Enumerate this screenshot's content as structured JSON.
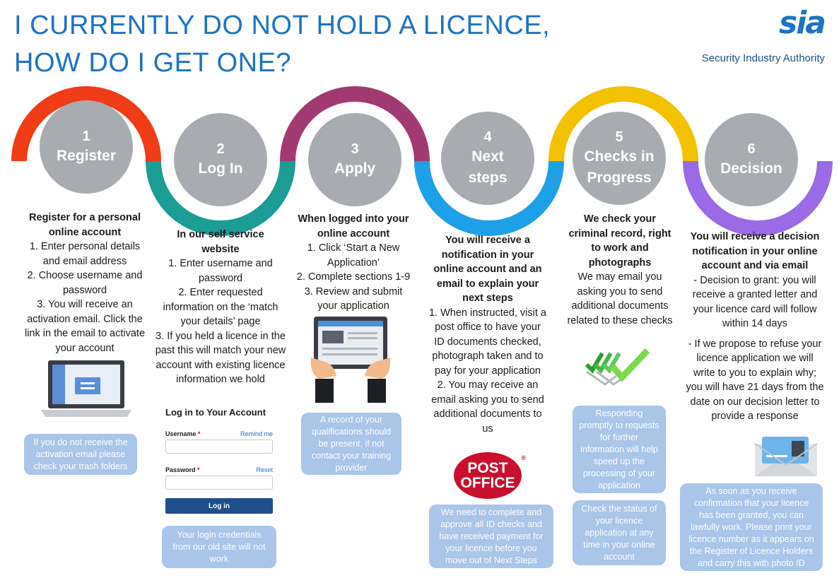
{
  "title": {
    "line1": "I CURRENTLY DO NOT HOLD A LICENCE,",
    "line2": "HOW DO I GET ONE?"
  },
  "logo": {
    "mark": "sia",
    "name": "Security Industry Authority"
  },
  "colors": {
    "step1": "#f03c17",
    "step2": "#1b9c94",
    "step3": "#a23a72",
    "step4": "#1ea0e8",
    "step5": "#f2c200",
    "step6": "#9b6ae6",
    "circle": "#a8abb0",
    "title": "#1d73c4",
    "box": "#a9c5e8"
  },
  "steps": [
    {
      "number": "1",
      "title": "Register",
      "heading": "Register for a personal online account",
      "lines": [
        "1. Enter personal details and email address",
        "2. Choose username and password",
        "3. You will receive an activation email. Click the link in the email to activate your account"
      ],
      "note": "If you do not receive the activation email please check your trash folders"
    },
    {
      "number": "2",
      "title": "Log In",
      "heading": "In our self service website",
      "lines": [
        "1. Enter username and password",
        "2. Enter requested information on the ‘match your details’ page",
        "3. If you held a licence in the past this will match your new account with existing licence information we hold"
      ],
      "note": "Your login credentials from our old site will not work"
    },
    {
      "number": "3",
      "title": "Apply",
      "heading": "When logged into your online account",
      "lines": [
        "1. Click ‘Start a New Application’",
        "2. Complete sections 1-9",
        "3. Review and submit your application"
      ],
      "note": "A record of your qualifications should be present, if not contact your training provider"
    },
    {
      "number": "4",
      "title": "Next steps",
      "heading": "You will receive a notification in your online account and an email to explain your next steps",
      "lines": [
        "1. When instructed, visit a post office to have your ID documents checked, photograph taken and to pay for your application",
        "2. You may receive an email asking you to send additional documents to us"
      ],
      "note": "We need to complete and approve all ID checks and have received payment for your licence before you move out of Next Steps"
    },
    {
      "number": "5",
      "title": "Checks in Progress",
      "heading": "We check your criminal record, right to work and photographs",
      "lines": [
        "We may email you asking you to send additional documents related to these checks"
      ],
      "note": "Responding promptly to requests for further information will help speed up the processing of your application",
      "note2": "Check the status of your licence application at any time in your online account"
    },
    {
      "number": "6",
      "title": "Decision",
      "heading": "You will receive a decision notification in your online account and via email",
      "lines": [
        "- Decision to grant: you will receive a granted letter and your licence card will follow within 14 days",
        "- If we propose to refuse your licence application we will write to you to explain why; you will have 21 days from the date on our decision letter to provide a response"
      ],
      "note": "As soon as you receive confirmation that your licence has been granted, you can lawfully work. Please print your licence number as it appears on the Register of Licence Holders and carry this with photo ID"
    }
  ],
  "login_form": {
    "title": "Log in to Your Account",
    "username_label": "Username",
    "password_label": "Password",
    "required_mark": "*",
    "remind_link": "Remind me",
    "reset_link": "Reset",
    "submit_label": "Log in"
  },
  "post_office": {
    "line1": "POST",
    "line2": "OFFICE",
    "mark": "®"
  },
  "icons": [
    "laptop-icon",
    "tablet-hands-icon",
    "checkmarks-icon",
    "envelope-licence-card-icon",
    "post-office-logo"
  ]
}
